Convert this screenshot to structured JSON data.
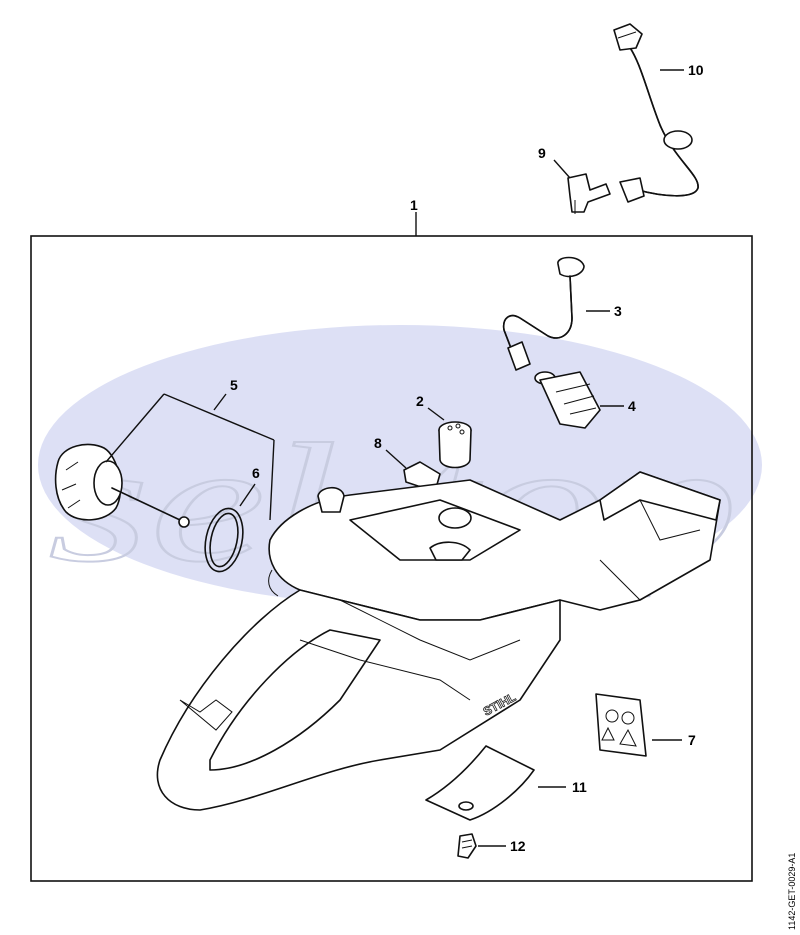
{
  "watermark": {
    "text": "sel.top",
    "color": "#c8cce0",
    "ellipse_color": "#dde0f5"
  },
  "brand_logo": {
    "text": "STIHL"
  },
  "reference_code": "1142-GET-0029-A1",
  "callouts": [
    {
      "id": "1",
      "label": "1"
    },
    {
      "id": "2",
      "label": "2"
    },
    {
      "id": "3",
      "label": "3"
    },
    {
      "id": "4",
      "label": "4"
    },
    {
      "id": "5",
      "label": "5"
    },
    {
      "id": "6",
      "label": "6"
    },
    {
      "id": "7",
      "label": "7"
    },
    {
      "id": "8",
      "label": "8"
    },
    {
      "id": "9",
      "label": "9"
    },
    {
      "id": "10",
      "label": "10"
    },
    {
      "id": "11",
      "label": "11"
    },
    {
      "id": "12",
      "label": "12"
    }
  ]
}
